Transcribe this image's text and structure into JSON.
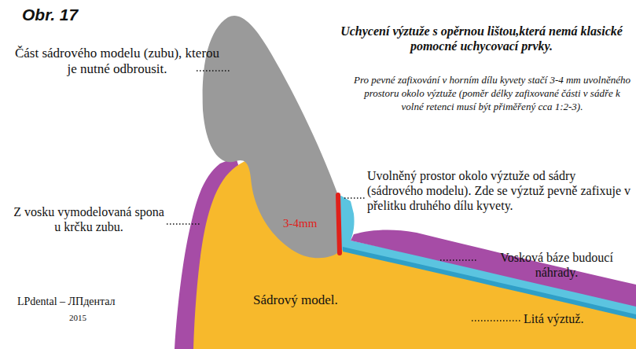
{
  "diagram": {
    "title": "Uchycení výztuže s opěrnou lištou,která nemá klasické pomocné uchycovací prvky.",
    "labels": [
      "Obr. 17",
      "Část sádrového modelu (zubu), kterou je nutné odbrousit.",
      "Pro pevné zafixování v horním dílu kyvety stačí 3-4 mm uvolněného prostoru okolo výztuže (poměr délky zafixované části v sádře k volné retenci musí být přiměřený cca 1:2-3).",
      "Uvolněný prostor okolo výztuže od sádry (sádrového modelu). Zde se výztuž pevně zafixuje v přelitku druhého dílu kyvety.",
      "Z vosku vymodelovaná spona u krčku zubu.",
      "3-4mm",
      "Vosková báze budoucí náhrady.",
      "Sádrový model.",
      "Litá výztuž.",
      "LPdental – ЛПдентал",
      "2015"
    ]
  }
}
